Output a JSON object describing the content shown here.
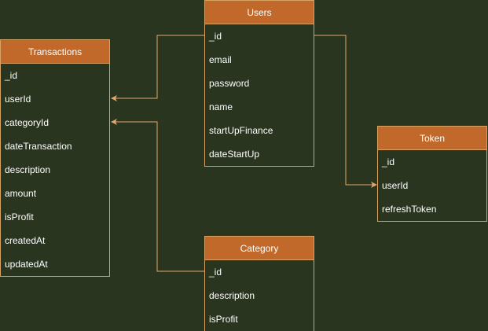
{
  "entities": {
    "users": {
      "title": "Users",
      "fields": [
        "_id",
        "email",
        "password",
        "name",
        "startUpFinance",
        "dateStartUp"
      ]
    },
    "transactions": {
      "title": "Transactions",
      "fields": [
        "_id",
        "userId",
        "categoryId",
        "dateTransaction",
        "description",
        "amount",
        "isProfit",
        "createdAt",
        "updatedAt"
      ]
    },
    "token": {
      "title": "Token",
      "fields": [
        "_id",
        "userId",
        "refreshToken"
      ]
    },
    "category": {
      "title": "Category",
      "fields": [
        "_id",
        "description",
        "isProfit"
      ]
    }
  },
  "colors": {
    "background": "#2a3520",
    "header_fill": "#c0692b",
    "border": "#d6a363",
    "connector": "#e0a765",
    "text": "#ffffff"
  }
}
